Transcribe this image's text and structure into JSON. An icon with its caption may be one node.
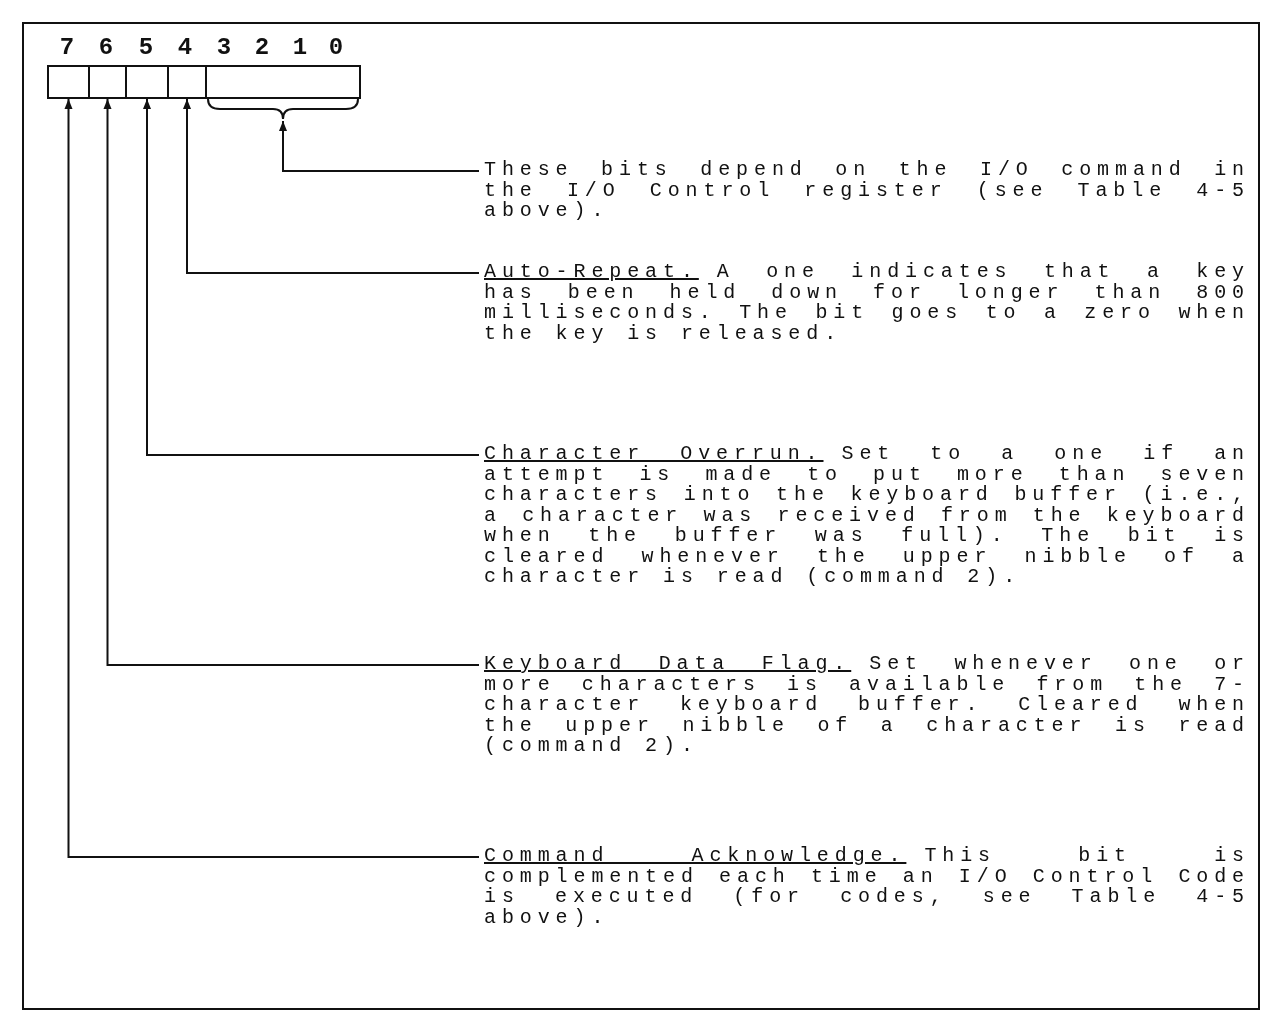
{
  "diagram": {
    "nodes": [
      {
        "text": [],
        "shape": "box"
      },
      {
        "text": [],
        "shape": "box"
      },
      {
        "text": [],
        "shape": "box"
      },
      {
        "text": [],
        "shape": "box"
      },
      {
        "text": [],
        "shape": "box"
      },
      {
        "text": [
          "These bits depend on the I/O command in the I/O Control register (see Table 4-5 above)."
        ]
      },
      {
        "text": [
          "Auto-Repeat.",
          "A one indicates that a key has been held down for longer than 800 milliseconds. The bit goes to a zero when the key is released."
        ]
      },
      {
        "text": [
          "Character Overrun.",
          "Set to a one if an attempt is made to put more than seven characters into the keyboard buffer (i.e., a character was received from the keyboard when the buffer was full). The bit is cleared whenever the upper nibble of a character is read (command 2)."
        ]
      },
      {
        "text": [
          "Keyboard Data Flag.",
          "Set whenever one or more characters is available from the 7-character keyboard buffer. Cleared when the upper nibble of a character is read (command 2)."
        ]
      },
      {
        "text": [
          "Command Acknowledge.",
          "This bit is complemented each time an I/O Control Code is executed (for codes, see Table 4-5 above)."
        ]
      }
    ],
    "edges": [
      {
        "from": 5,
        "to": 4,
        "arrow": "to"
      },
      {
        "from": 6,
        "to": 3,
        "arrow": "to"
      },
      {
        "from": 7,
        "to": 2,
        "arrow": "to"
      },
      {
        "from": 8,
        "to": 1,
        "arrow": "to"
      },
      {
        "from": 9,
        "to": 0,
        "arrow": "to"
      }
    ],
    "labels": [
      "7",
      "6",
      "5",
      "4",
      "3",
      "2",
      "1",
      "0"
    ]
  }
}
